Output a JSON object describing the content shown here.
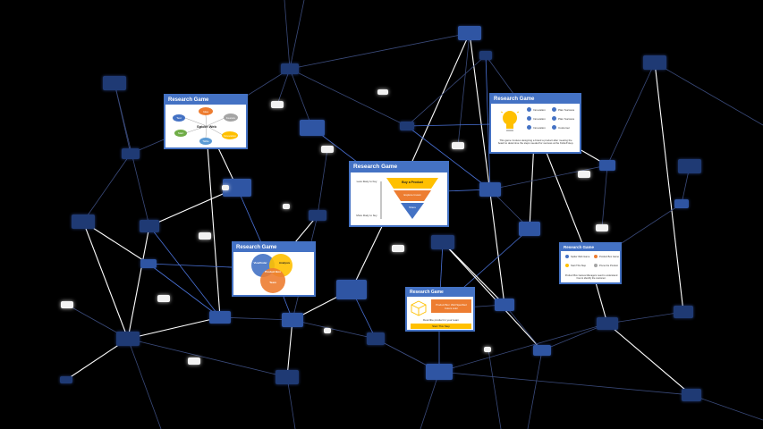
{
  "colors": {
    "background": "#000000",
    "node_blue": "#2f55a3",
    "node_navy": "#1f3a74",
    "node_white": "#f2f2f2",
    "link_white": "#ffffff",
    "link_blue": "#4a72d8",
    "link_dim": "#3a4a7a",
    "card_border": "#4472c4",
    "orange": "#ed7d31",
    "yellow": "#ffc000",
    "green": "#70ad47",
    "grey": "#a5a5a5",
    "blue": "#4472c4"
  },
  "cards": {
    "spider": {
      "title": "Research Game",
      "center_label": "Spider Web",
      "bubbles": [
        "Test",
        "Idea",
        "Feature",
        "Start",
        "Table",
        "Innovation"
      ]
    },
    "funnel": {
      "title": "Research Game",
      "left_top": "Less likely to buy",
      "left_bottom": "More likely to buy",
      "tiers": [
        "Buy a Product",
        "Explore Invest",
        "Share"
      ]
    },
    "venn": {
      "title": "Research Game",
      "circles": [
        "Viewfinder",
        "Analysis",
        "Team"
      ],
      "center": "Product Box"
    },
    "box": {
      "title": "Research Game",
      "callout": "Product Box: Well Specified Colors color",
      "caption": "Describe product in your team",
      "button": "Start This Step"
    },
    "idea": {
      "title": "Research Game",
      "items": [
        "Innovation",
        "Plan Success",
        "Innovation",
        "Plan Success",
        "Innovation",
        "Customer"
      ],
      "text": "This game involves designing a brand a product after meeting the board to determine the steps needed for success at the Kickoff step."
    },
    "mini": {
      "title": "Research Game",
      "items": [
        "Spider Web Game",
        "Product Box Game",
        "Start This Step",
        "Prune the Product"
      ],
      "text": "Product Box Games Managers need to understand how to identify the customer."
    }
  }
}
